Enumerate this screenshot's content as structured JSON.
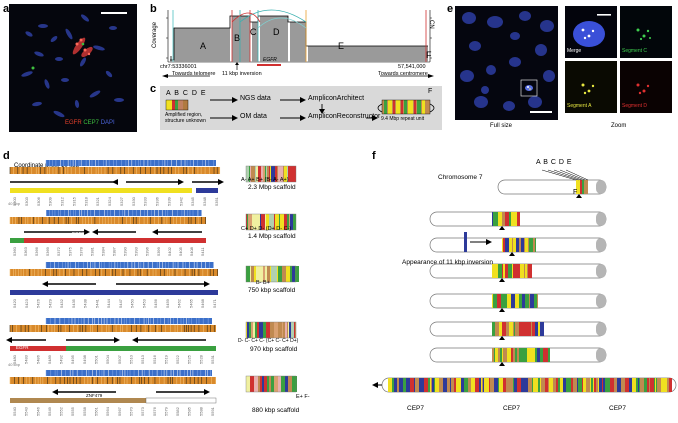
{
  "panels": {
    "a": {
      "label": "a",
      "legend": {
        "egfr": "EGFR",
        "cep7": "CEP7",
        "dapi": "DAPI"
      },
      "colors": {
        "egfr": "#e8412c",
        "cep7": "#3fbf3f",
        "dapi": "#4a63d8"
      }
    },
    "b": {
      "label": "b",
      "y_left": "Coverage",
      "y_right": "CN",
      "segments": [
        "A",
        "B",
        "C",
        "D",
        "E",
        "F"
      ],
      "left_coord": "chr7:53336001",
      "right_coord": "57,541,000",
      "inversion_label": "11 kbp inversion",
      "gene": "EGFR",
      "left_arrow": "Towards telomere",
      "right_arrow": "Towards centromere"
    },
    "c": {
      "label": "c",
      "segments": [
        "A",
        "B",
        "C",
        "D",
        "E"
      ],
      "region_note_1": "Amplified region,",
      "region_note_2": "structure unknown",
      "ngs": "NGS data",
      "om": "OM data",
      "tool_1": "AmpliconArchitect",
      "tool_2": "AmpliconReconstructor",
      "repeat_label": "9.4 Mbp repeat unit",
      "repeat_end": "F"
    },
    "d": {
      "label": "d",
      "coord_units": "Coordinate units: 10 kbp",
      "scale_note": "40 kbp",
      "scaffolds": [
        {
          "size": "2.3 Mbp scaffold",
          "orient": "A- A+ B+ (B- A- A+)"
        },
        {
          "size": "1.4 Mbp scaffold",
          "orient": "C+ D+ D- (D+ D- C-)"
        },
        {
          "size": "750 kbp scaffold",
          "orient": "B- B+"
        },
        {
          "size": "970 kbp scaffold",
          "orient": "D- C- C+ C- (C+ C- C+ D+)"
        },
        {
          "size": "880 kbp scaffold",
          "orient": "E+ F-"
        }
      ],
      "genes": {
        "egfr1": "EGFR",
        "egfr2": "EGFR",
        "znf": "ZNF479"
      }
    },
    "e": {
      "label": "e",
      "full_size": "Full size",
      "zoom": "Zoom",
      "merge": "Merge",
      "seg_c": "Segment C",
      "seg_a": "Segment A",
      "seg_d": "Segment D"
    },
    "f": {
      "label": "f",
      "chromosome": "Chromosome 7",
      "segments": [
        "A",
        "B",
        "C",
        "D",
        "E"
      ],
      "seg_f": "F",
      "inversion_note": "Appearance of 11 kbp inversion",
      "cep": [
        "CEP7",
        "CEP7",
        "CEP7"
      ]
    }
  }
}
